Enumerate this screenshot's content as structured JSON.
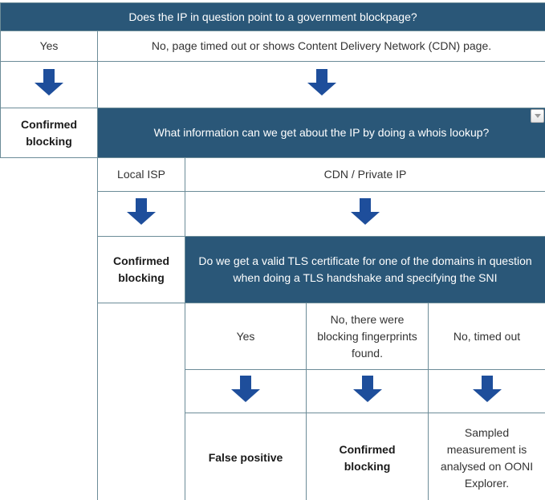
{
  "colors": {
    "header_bg": "#2a5778",
    "arrow": "#1e4e9b",
    "border": "#6c8c98",
    "text": "#333333",
    "header_text": "#ffffff"
  },
  "decision_tree": {
    "question1": "Does the IP in question point to a government blockpage?",
    "q1_branch_yes": {
      "answer": "Yes",
      "outcome": "Confirmed blocking"
    },
    "q1_branch_no": {
      "answer": "No, page timed out or shows Content Delivery Network (CDN) page."
    },
    "question2": "What information can we get about the IP by doing a whois lookup?",
    "q2_branch_local": {
      "answer": "Local ISP",
      "outcome": "Confirmed blocking"
    },
    "q2_branch_cdn": {
      "answer": "CDN / Private IP"
    },
    "question3": "Do we get a valid TLS certificate for one of the domains in question when doing a TLS handshake and specifying the SNI",
    "q3_branch_yes": {
      "answer": "Yes",
      "outcome": "False positive"
    },
    "q3_branch_fingerprints": {
      "answer": "No, there were blocking fingerprints found.",
      "outcome": "Confirmed blocking"
    },
    "q3_branch_timeout": {
      "answer": "No, timed out",
      "outcome": "Sampled measurement is analysed on OONI Explorer."
    }
  }
}
